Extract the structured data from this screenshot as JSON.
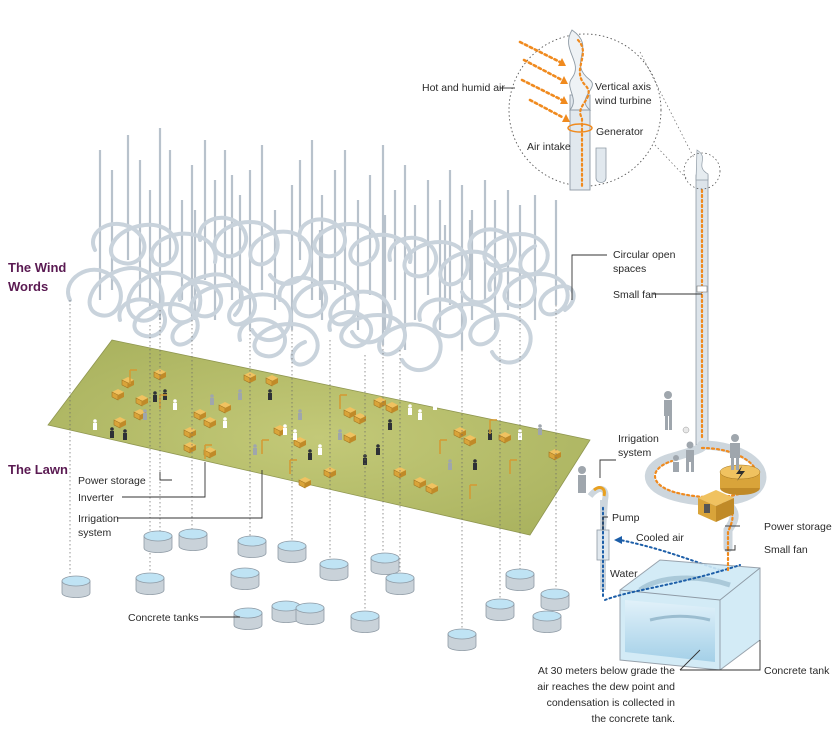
{
  "sections": {
    "wind_words": [
      "The Wind",
      "Words"
    ],
    "lawn": "The Lawn"
  },
  "labels": {
    "hot_humid_air": "Hot and humid air",
    "vertical_axis": [
      "Vertical axis",
      "wind turbine"
    ],
    "generator": "Generator",
    "air_intake": "Air intake",
    "circular_open_spaces": [
      "Circular open",
      "spaces"
    ],
    "small_fan_top": "Small fan",
    "irrigation_right": [
      "Irrigation",
      "system"
    ],
    "power_storage_left": "Power storage",
    "inverter": "Inverter",
    "irrigation_left": [
      "Irrigation",
      "system"
    ],
    "pump": "Pump",
    "cooled_air": "Cooled air",
    "water": "Water",
    "power_storage_right": "Power storage",
    "small_fan_bottom": "Small fan",
    "concrete_tanks": "Concrete tanks",
    "concrete_tank": "Concrete tank",
    "dew_point_note": [
      "At 30 meters below grade the",
      "air reaches the dew point and",
      "condensation is collected in",
      "the concrete tank."
    ]
  },
  "colors": {
    "section_title": "#5a1a52",
    "lawn": "#b9c06a",
    "airflow": "#f08a1e",
    "cooled_air": "#1c5ea8",
    "water": "#bfe3f4",
    "power_box": "#d9a43a"
  }
}
